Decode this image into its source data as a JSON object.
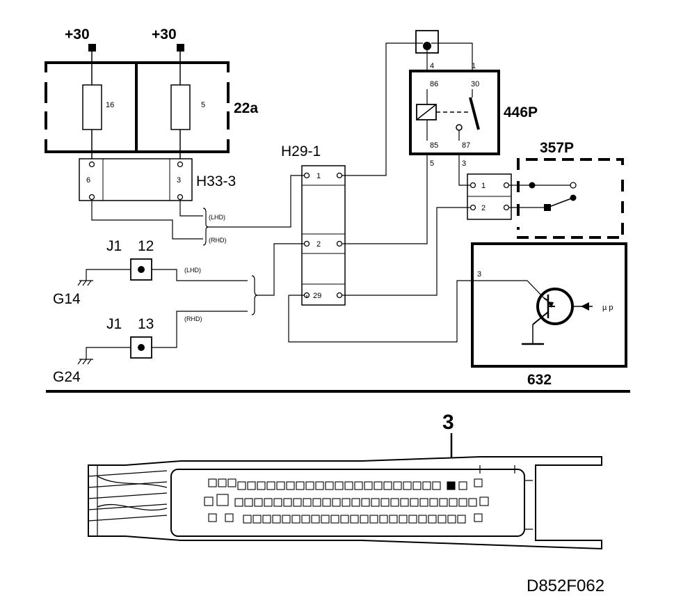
{
  "supplies": {
    "left": "+30",
    "right": "+30"
  },
  "fuse_box": {
    "label": "22a",
    "fuse_left": "16",
    "fuse_right": "5"
  },
  "connector_h33": {
    "label": "H33-3",
    "pin_left": "6",
    "pin_right": "3"
  },
  "connector_h29": {
    "label": "H29-1",
    "pin_top": "1",
    "pin_mid": "2",
    "pin_bottom": "29"
  },
  "relay": {
    "label": "446P",
    "terminal_86": "86",
    "terminal_30": "30",
    "terminal_85": "85",
    "terminal_87": "87",
    "wire_4": "4",
    "wire_1": "1",
    "wire_5": "5",
    "wire_3": "3"
  },
  "switch_357": {
    "label": "357P",
    "pin_1": "1",
    "pin_2": "2"
  },
  "control_unit": {
    "label": "632",
    "pin": "3",
    "input": "µ p"
  },
  "jumpers": {
    "j1_top": "J1",
    "j1_top_num": "12",
    "j1_bottom": "J1",
    "j1_bottom_num": "13"
  },
  "grounds": {
    "g14": "G14",
    "g24": "G24"
  },
  "variants": {
    "lhd_a": "(LHD)",
    "rhd_a": "(RHD)",
    "lhd_b": "(LHD)",
    "rhd_b": "(RHD)"
  },
  "ecu_connector": {
    "callout": "3"
  },
  "figure_code": "D852F062"
}
